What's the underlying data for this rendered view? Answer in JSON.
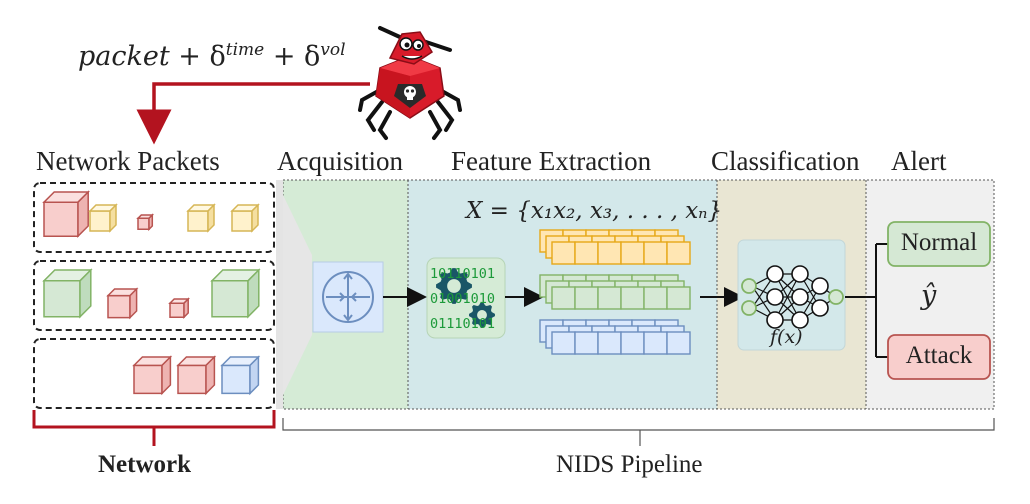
{
  "attack": {
    "formula_main": "packet",
    "formula_plus1": "+ δ",
    "formula_sup1": "time",
    "formula_plus2": "+ δ",
    "formula_sup2": "vol"
  },
  "columns": {
    "packets": "Network Packets",
    "acquisition": "Acquisition",
    "feature_extraction": "Feature Extraction",
    "classification": "Classification",
    "alert": "Alert"
  },
  "feature_formula": "X = {x₁x₂, x₃, . . . , xₙ}",
  "binary": {
    "line1": "10110101",
    "line2": "01001010",
    "line3": "01110101"
  },
  "classifier_label": "f(x)",
  "output_symbol": "ŷ",
  "outputs": {
    "normal": "Normal",
    "attack": "Attack"
  },
  "footer": {
    "network": "Network",
    "pipeline": "NIDS Pipeline"
  },
  "colors": {
    "red": "#c0182a",
    "acquisition_bg": "#d5ebd6",
    "feature_bg": "#d3e8ea",
    "classification_bg": "#e9e6d3",
    "alert_bg": "#f0f0f0",
    "yellow": "#e6a817",
    "green_cube": "#82b366",
    "red_cube": "#b85450",
    "blue_cube": "#6c8ebf"
  }
}
